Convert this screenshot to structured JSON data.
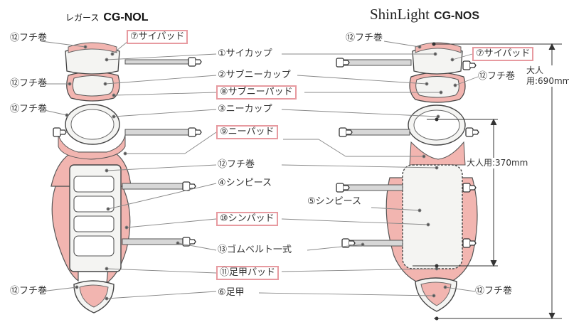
{
  "titles": {
    "left_prefix": "レガース",
    "left_model": "CG-NOL",
    "right_prefix": "ShinLight",
    "right_model": "CG-NOS"
  },
  "labels": {
    "l_fuchimaki_1": "⑫フチ巻",
    "l_thigh_pad": "⑦サイパッド",
    "c_thigh_cup": "①サイカップ",
    "l_fuchimaki_2": "⑫フチ巻",
    "c_sub_knee_cup": "②サブニーカップ",
    "c_sub_knee_pad": "⑧サブニーパッド",
    "l_fuchimaki_3": "⑫フチ巻",
    "c_knee_cup": "③ニーカップ",
    "c_knee_pad": "⑨ニーパッド",
    "c_fuchimaki": "⑫フチ巻",
    "c_shin_piece_4": "④シンピース",
    "c_shin_piece_5": "⑤シンピース",
    "c_shin_pad": "⑩シンパッド",
    "c_rubber_belt": "⑬ゴムベルト一式",
    "c_foot_pad": "⑪足甲パッド",
    "l_fuchimaki_4": "⑫フチ巻",
    "c_instep": "⑥足甲",
    "r_fuchimaki_1": "⑫フチ巻",
    "r_thigh_pad": "⑦サイパッド",
    "r_fuchimaki_2": "⑫フチ巻",
    "r_fuchimaki_3": "⑫フチ巻"
  },
  "dimensions": {
    "adult_total": "大人用:690mm",
    "adult_shin": "大人用:370mm"
  },
  "colors": {
    "pad_pink": "#f2b5b0",
    "pad_pink_dark": "#e39893",
    "highlight_box": "#e79aa0",
    "shell_white": "#f4f4f2",
    "strap_gray": "#8c8c8c"
  }
}
